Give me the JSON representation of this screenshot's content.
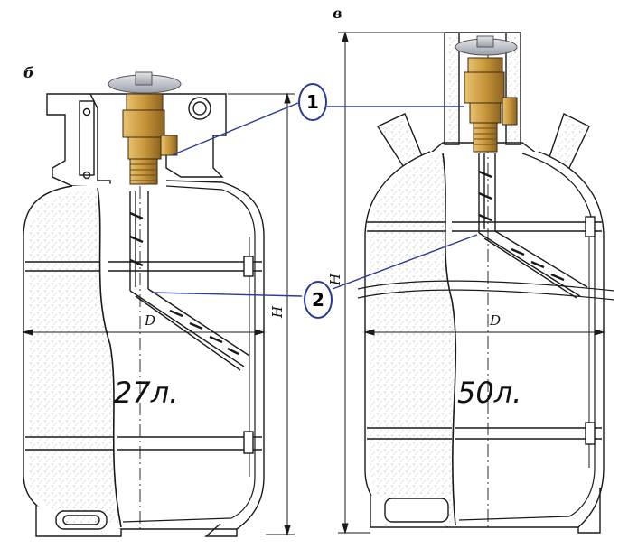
{
  "panels": {
    "left": {
      "letter": "б",
      "volume": "27л.",
      "diameter_label": "D",
      "height_label": "H"
    },
    "right": {
      "letter": "в",
      "volume": "50л.",
      "diameter_label": "D",
      "height_label": "H"
    }
  },
  "callouts": [
    {
      "number": "1"
    },
    {
      "number": "2"
    }
  ],
  "colors": {
    "line": "#1a1a1a",
    "callout": "#2a3a9a",
    "valve_brass": "#c8963a",
    "handwheel": "#b9bcc4",
    "texture": "#b0b0b0"
  }
}
